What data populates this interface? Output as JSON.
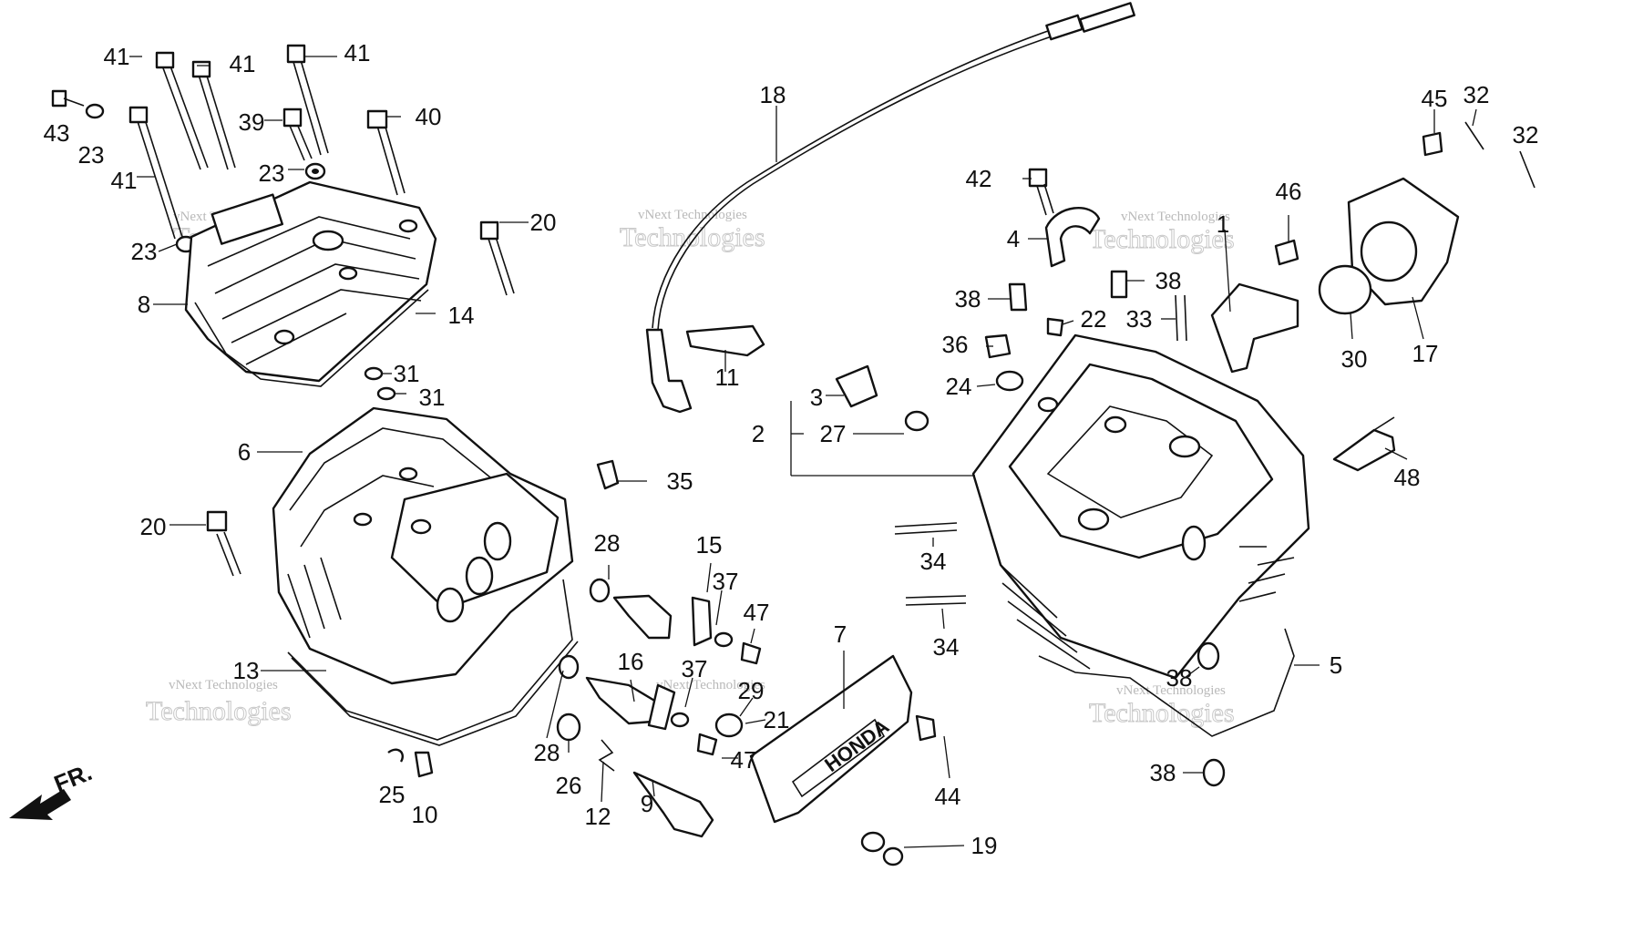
{
  "diagram": {
    "brand_label": "HONDA",
    "direction_label": "FR.",
    "watermark_lines": [
      "vNext",
      "vNext Technologies",
      "Technologies"
    ],
    "callouts": [
      {
        "id": "c41a",
        "text": "41"
      },
      {
        "id": "c41b",
        "text": "41"
      },
      {
        "id": "c41c",
        "text": "41"
      },
      {
        "id": "c41d",
        "text": "41"
      },
      {
        "id": "c43",
        "text": "43"
      },
      {
        "id": "c23a",
        "text": "23"
      },
      {
        "id": "c39",
        "text": "39"
      },
      {
        "id": "c40",
        "text": "40"
      },
      {
        "id": "c23b",
        "text": "23"
      },
      {
        "id": "c23c",
        "text": "23"
      },
      {
        "id": "c8",
        "text": "8"
      },
      {
        "id": "c14",
        "text": "14"
      },
      {
        "id": "c20a",
        "text": "20"
      },
      {
        "id": "c31a",
        "text": "31"
      },
      {
        "id": "c31b",
        "text": "31"
      },
      {
        "id": "c6",
        "text": "6"
      },
      {
        "id": "c20b",
        "text": "20"
      },
      {
        "id": "c13",
        "text": "13"
      },
      {
        "id": "c25",
        "text": "25"
      },
      {
        "id": "c10",
        "text": "10"
      },
      {
        "id": "c18",
        "text": "18"
      },
      {
        "id": "c11",
        "text": "11"
      },
      {
        "id": "c3",
        "text": "3"
      },
      {
        "id": "c2",
        "text": "2"
      },
      {
        "id": "c27",
        "text": "27"
      },
      {
        "id": "c35",
        "text": "35"
      },
      {
        "id": "c28a",
        "text": "28"
      },
      {
        "id": "c15",
        "text": "15"
      },
      {
        "id": "c37a",
        "text": "37"
      },
      {
        "id": "c47a",
        "text": "47"
      },
      {
        "id": "c16",
        "text": "16"
      },
      {
        "id": "c37b",
        "text": "37"
      },
      {
        "id": "c29",
        "text": "29"
      },
      {
        "id": "c21",
        "text": "21"
      },
      {
        "id": "c47b",
        "text": "47"
      },
      {
        "id": "c28b",
        "text": "28"
      },
      {
        "id": "c26",
        "text": "26"
      },
      {
        "id": "c12",
        "text": "12"
      },
      {
        "id": "c9",
        "text": "9"
      },
      {
        "id": "c7",
        "text": "7"
      },
      {
        "id": "c44",
        "text": "44"
      },
      {
        "id": "c19",
        "text": "19"
      },
      {
        "id": "c42",
        "text": "42"
      },
      {
        "id": "c4",
        "text": "4"
      },
      {
        "id": "c38a",
        "text": "38"
      },
      {
        "id": "c38b",
        "text": "38"
      },
      {
        "id": "c22",
        "text": "22"
      },
      {
        "id": "c33",
        "text": "33"
      },
      {
        "id": "c36",
        "text": "36"
      },
      {
        "id": "c24",
        "text": "24"
      },
      {
        "id": "c1",
        "text": "1"
      },
      {
        "id": "c46",
        "text": "46"
      },
      {
        "id": "c45",
        "text": "45"
      },
      {
        "id": "c32a",
        "text": "32"
      },
      {
        "id": "c32b",
        "text": "32"
      },
      {
        "id": "c30",
        "text": "30"
      },
      {
        "id": "c17",
        "text": "17"
      },
      {
        "id": "c48",
        "text": "48"
      },
      {
        "id": "c34a",
        "text": "34"
      },
      {
        "id": "c34b",
        "text": "34"
      },
      {
        "id": "c5",
        "text": "5"
      },
      {
        "id": "c38c",
        "text": "38"
      },
      {
        "id": "c38d",
        "text": "38"
      }
    ]
  }
}
